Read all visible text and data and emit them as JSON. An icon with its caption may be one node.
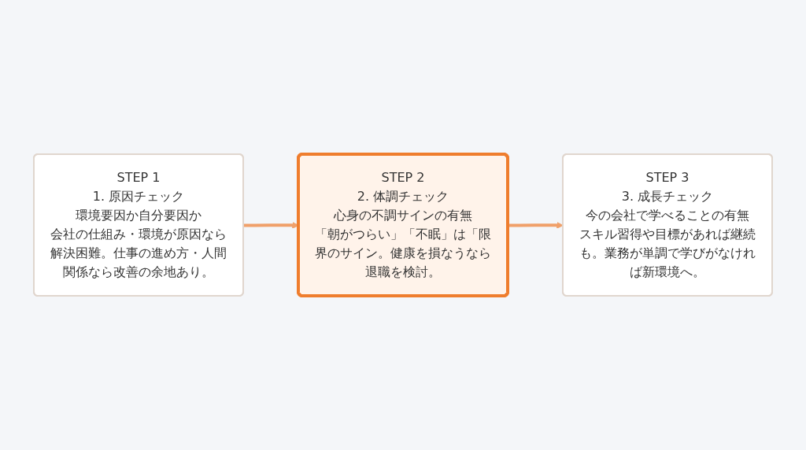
{
  "diagram": {
    "nodes": [
      {
        "text": [
          "STEP 1",
          "1. 原因チェック",
          "環境要因か自分要因か",
          "会社の仕組み・環境が原因なら解決困難。仕事の進め方・人間関係なら改善の余地あり。"
        ]
      },
      {
        "text": [
          "STEP 2",
          "2. 体調チェック",
          "心身の不調サインの有無",
          "「朝がつらい」「不眠」は「限界のサイン。健康を損なうなら退職を検討。"
        ]
      },
      {
        "text": [
          "STEP 3",
          "3. 成長チェック",
          "今の会社で学べることの有無",
          "スキル習得や目標があれば継続も。業務が単調で学びがなければ新環境へ。"
        ]
      }
    ],
    "edges": [
      {
        "from": 0,
        "to": 1,
        "arrow": "to"
      },
      {
        "from": 1,
        "to": 2,
        "arrow": "to"
      }
    ]
  }
}
